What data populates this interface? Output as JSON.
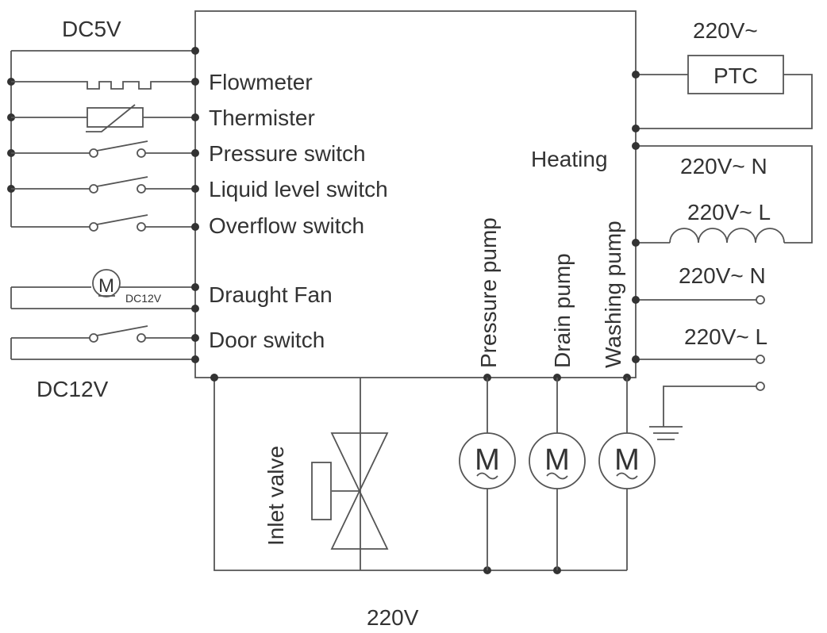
{
  "power": {
    "dc5v": "DC5V",
    "dc12v": "DC12V",
    "ac220_top": "220V~",
    "ac220_bottom": "220V"
  },
  "inputs": {
    "flowmeter": "Flowmeter",
    "thermister": "Thermister",
    "pressure_switch": "Pressure switch",
    "liquid_level_switch": "Liquid level switch",
    "overflow_switch": "Overflow switch",
    "draught_fan": "Draught Fan",
    "door_switch": "Door switch"
  },
  "fan_motor": {
    "symbol": "M",
    "rating": "DC12V"
  },
  "heater": {
    "ptc": "PTC",
    "heating": "Heating",
    "coil_n": "220V~ N",
    "coil_l": "220V~ L"
  },
  "supply": {
    "n": "220V~ N",
    "l": "220V~ L"
  },
  "pumps": {
    "pressure": "Pressure pump",
    "drain": "Drain pump",
    "washing": "Washing pump",
    "symbol": "M"
  },
  "valve": {
    "inlet": "Inlet valve"
  },
  "colors": {
    "line": "#555555",
    "text": "#333333"
  }
}
